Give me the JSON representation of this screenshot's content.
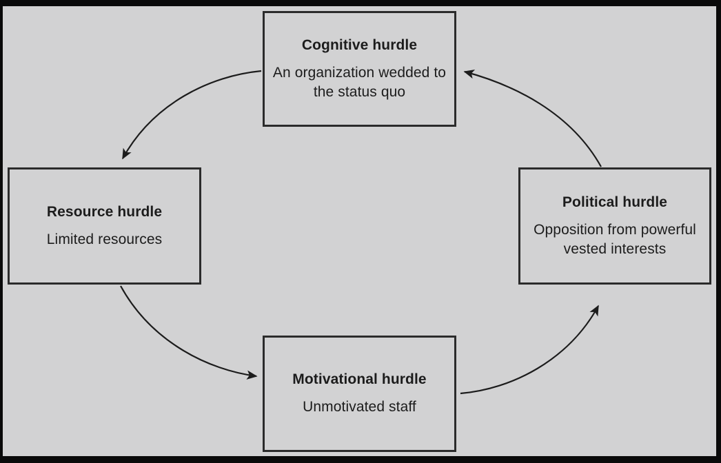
{
  "figure": {
    "type": "cycle-diagram",
    "direction": "clockwise",
    "background_color": "#d2d2d3",
    "border_color": "#0a0a0a",
    "box_border_color": "#2b2b2b",
    "arrow_color": "#1c1c1c"
  },
  "nodes": {
    "cognitive": {
      "title": "Cognitive hurdle",
      "description": "An organization wedded to the status quo",
      "position": "top"
    },
    "political": {
      "title": "Political hurdle",
      "description": "Opposition from powerful vested interests",
      "position": "right"
    },
    "motivational": {
      "title": "Motivational hurdle",
      "description": "Unmotivated staff",
      "position": "bottom"
    },
    "resource": {
      "title": "Resource hurdle",
      "description": "Limited resources",
      "position": "left"
    }
  },
  "edges": [
    {
      "from": "cognitive",
      "to": "resource",
      "style": "curved-arrow"
    },
    {
      "from": "resource",
      "to": "motivational",
      "style": "curved-arrow"
    },
    {
      "from": "motivational",
      "to": "political",
      "style": "curved-arrow"
    },
    {
      "from": "political",
      "to": "cognitive",
      "style": "curved-arrow"
    }
  ]
}
